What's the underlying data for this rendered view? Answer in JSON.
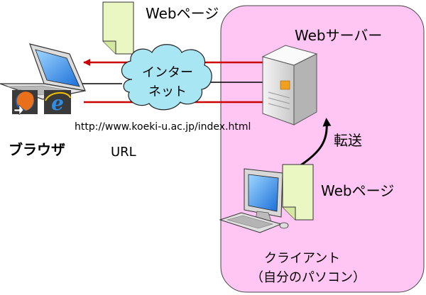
{
  "labels": {
    "webpage_top": "Webページ",
    "web_server": "Webサーバー",
    "internet_line1": "インター",
    "internet_line2": "ネット",
    "url_text": "http://www.koeki-u.ac.jp/index.html",
    "browser": "ブラウザ",
    "url": "URL",
    "transfer": "転送",
    "webpage_right": "Webページ",
    "client_line1": "クライアント",
    "client_line2": "（自分のパソコン）",
    "firefox_line1": "Mozilla",
    "firefox_line2": "Firefox",
    "ie_line1": "Internet",
    "ie_line2": "Explorer"
  },
  "colors": {
    "region_fill": "#ffc6f4",
    "cloud_fill": "#a8e6f4",
    "arrow_red": "#cc0000",
    "document_fill": "#eaf7c2"
  }
}
